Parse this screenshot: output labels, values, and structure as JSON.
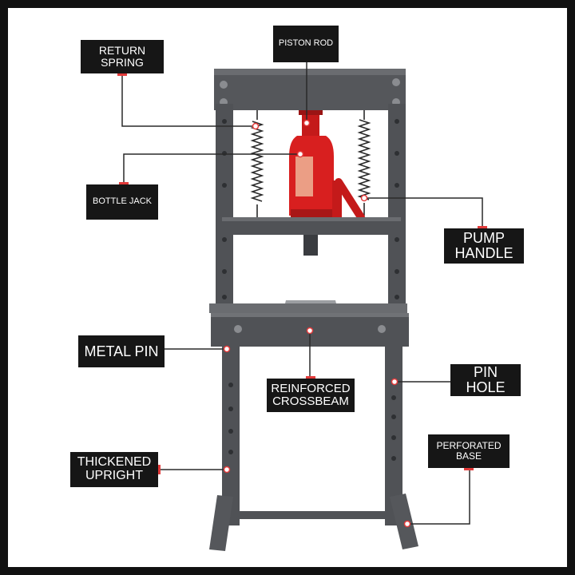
{
  "labels": {
    "return_spring": "RETURN\nSPRING",
    "piston_rod": "PISTON ROD",
    "bottle_jack": "BOTTLE JACK",
    "pump_handle": "PUMP\nHANDLE",
    "metal_pin": "METAL PIN",
    "reinforced_crossbeam": "REINFORCED\nCROSSBEAM",
    "pin_hole": "PIN HOLE",
    "thickened_upright": "THICKENED\nUPRIGHT",
    "perforated_base": "PERFORATED\nBASE"
  },
  "colors": {
    "frame": "#55575b",
    "frame_dark": "#3d3f43",
    "jack": "#d81f1f",
    "label_bg": "#161616",
    "accent": "#e23a3a"
  }
}
